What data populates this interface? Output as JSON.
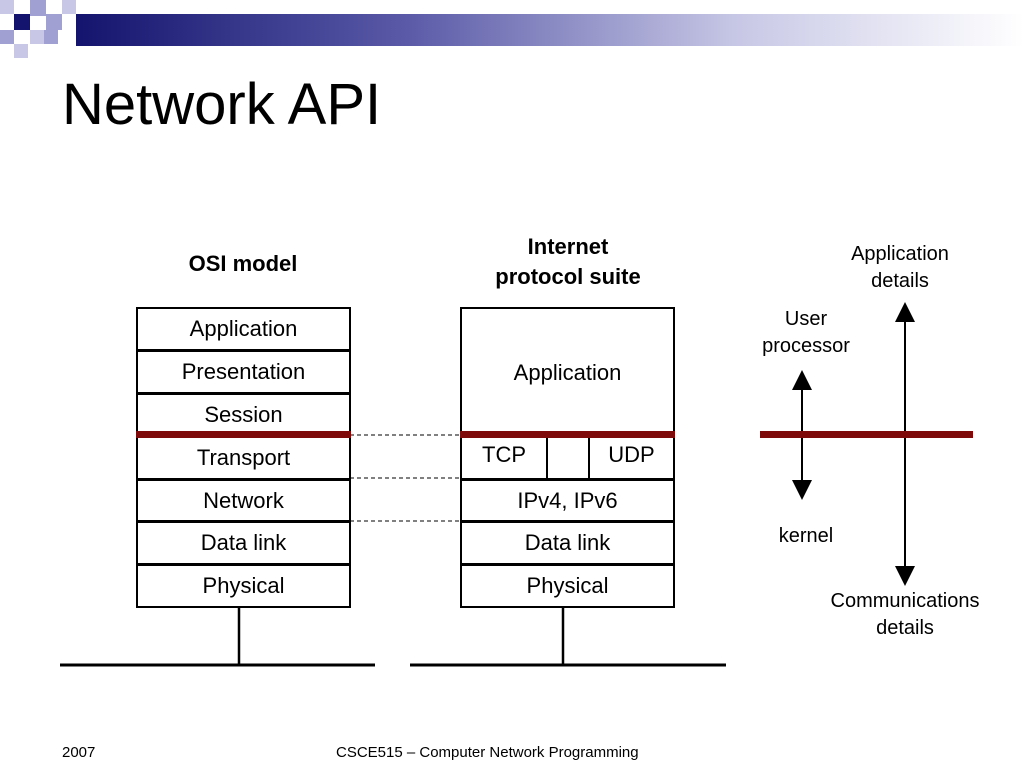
{
  "slide": {
    "title": "Network API",
    "colors": {
      "banner_dark": "#14146e",
      "banner_light": "#a0a0d2",
      "boundary": "#7f0a0a"
    }
  },
  "osi": {
    "heading": "OSI model",
    "layers": [
      "Application",
      "Presentation",
      "Session",
      "Transport",
      "Network",
      "Data link",
      "Physical"
    ]
  },
  "internet": {
    "heading_line1": "Internet",
    "heading_line2": "protocol suite",
    "application": "Application",
    "tcp": "TCP",
    "udp": "UDP",
    "ip": "IPv4, IPv6",
    "datalink": "Data link",
    "physical": "Physical"
  },
  "legend": {
    "app_details_line1": "Application",
    "app_details_line2": "details",
    "user_line1": "User",
    "user_line2": "processor",
    "kernel": "kernel",
    "comm_line1": "Communications",
    "comm_line2": "details"
  },
  "footer": {
    "year": "2007",
    "course": "CSCE515 – Computer Network Programming"
  }
}
